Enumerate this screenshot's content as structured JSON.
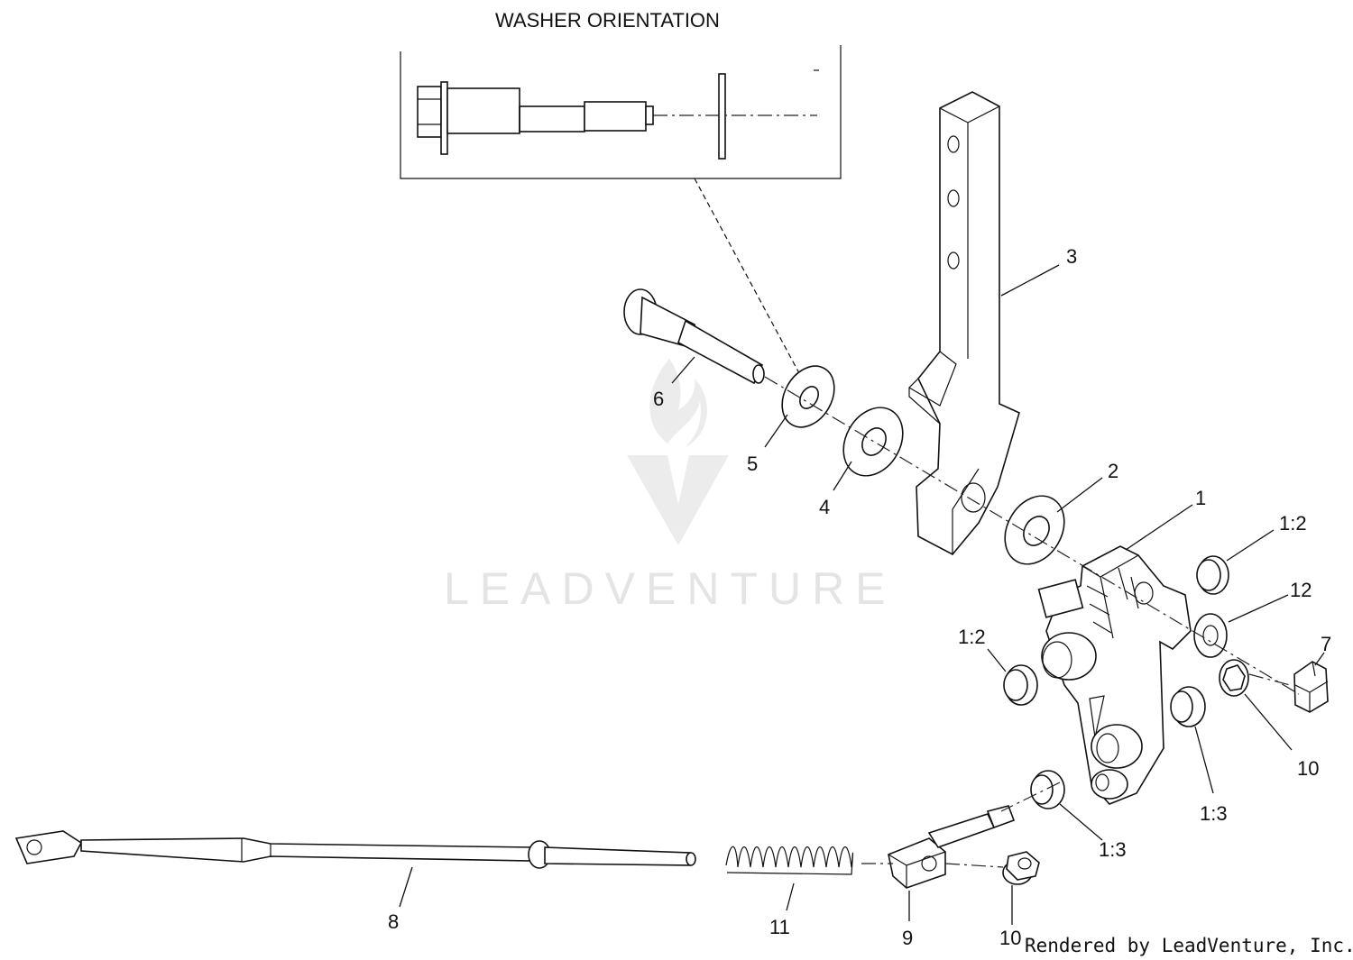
{
  "inset": {
    "title": "WASHER ORIENTATION"
  },
  "callouts": {
    "c1": "1",
    "c1_2a": "1:2",
    "c1_2b": "1:2",
    "c1_3a": "1:3",
    "c1_3b": "1:3",
    "c2": "2",
    "c3": "3",
    "c4": "4",
    "c5": "5",
    "c6": "6",
    "c7": "7",
    "c8": "8",
    "c9": "9",
    "c10a": "10",
    "c10b": "10",
    "c11": "11",
    "c12": "12"
  },
  "watermark": {
    "text": "LEADVENTURE"
  },
  "credit": {
    "text": "Rendered by LeadVenture, Inc."
  }
}
